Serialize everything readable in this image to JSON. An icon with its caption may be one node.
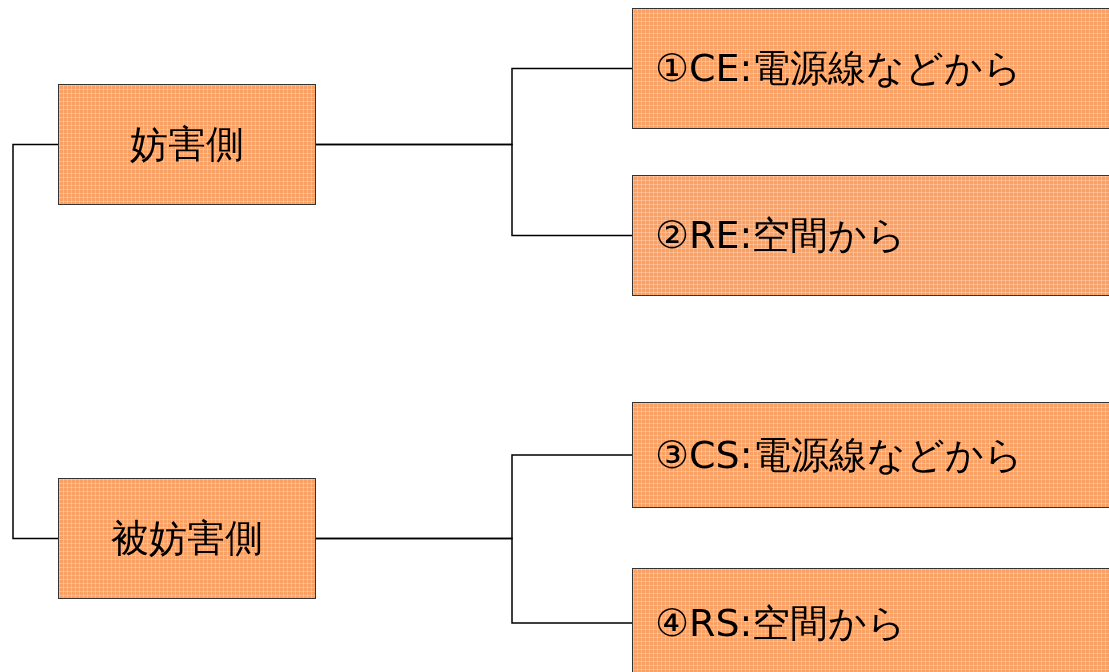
{
  "diagram": {
    "nodes": [
      {
        "text": [
          "妨害側"
        ]
      },
      {
        "text": [
          "被妨害側"
        ]
      },
      {
        "text": [
          "①CE:電源線などから"
        ]
      },
      {
        "text": [
          "②RE:空間から"
        ]
      },
      {
        "text": [
          "③CS:電源線などから"
        ]
      },
      {
        "text": [
          "④RS:空間から"
        ]
      }
    ],
    "edges": [
      {
        "from": 0,
        "to": 1,
        "arrow": "none"
      },
      {
        "from": 0,
        "to": 2,
        "arrow": "none"
      },
      {
        "from": 0,
        "to": 3,
        "arrow": "none"
      },
      {
        "from": 1,
        "to": 4,
        "arrow": "none"
      },
      {
        "from": 1,
        "to": 5,
        "arrow": "none"
      }
    ]
  }
}
